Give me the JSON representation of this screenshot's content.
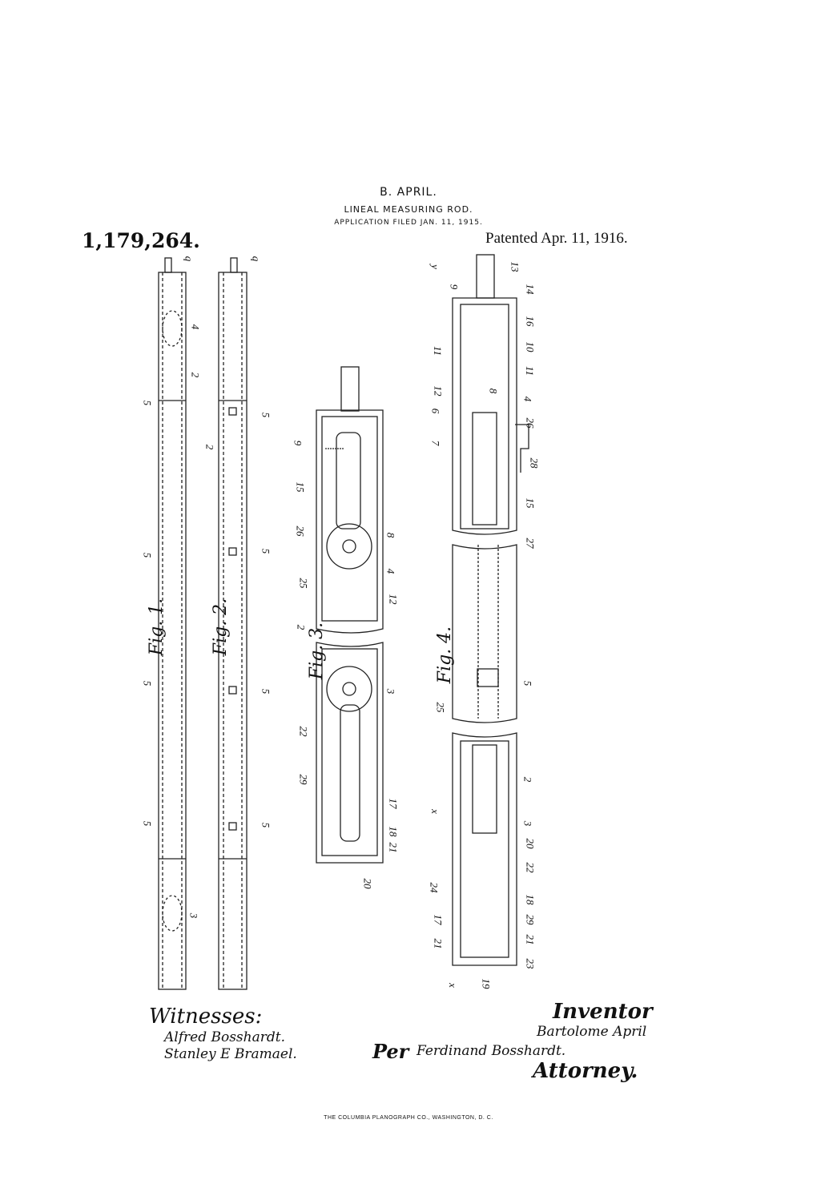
{
  "header": {
    "inventor_name": "B. APRIL.",
    "title": "LINEAL MEASURING ROD.",
    "filed": "APPLICATION FILED JAN. 11, 1915.",
    "patent_number": "1,179,264.",
    "patented": "Patented Apr. 11, 1916."
  },
  "figures": [
    "Fig. 1.",
    "Fig. 2.",
    "Fig. 3.",
    "Fig. 4."
  ],
  "numerals": [
    "q",
    "4",
    "2",
    "5",
    "5",
    "5",
    "5",
    "3",
    "q",
    "5",
    "2",
    "5",
    "5",
    "5",
    "9",
    "15",
    "26",
    "8",
    "4",
    "12",
    "25",
    "2",
    "3",
    "22",
    "29",
    "17",
    "18",
    "21",
    "20",
    "y",
    "9",
    "13",
    "14",
    "16",
    "10",
    "11",
    "11",
    "12",
    "8",
    "6",
    "7",
    "4",
    "26",
    "28",
    "15",
    "27",
    "5",
    "25",
    "2",
    "x",
    "3",
    "20",
    "22",
    "24",
    "18",
    "17",
    "29",
    "21",
    "21",
    "23",
    "19",
    "x"
  ],
  "signatures": {
    "witnesses_label": "Witnesses:",
    "witness_1": "Alfred Bosshardt.",
    "witness_2": "Stanley E Bramael.",
    "inventor_label": "Inventor",
    "inventor": "Bartolome April",
    "per": "Per",
    "attorney_name": "Ferdinand Bosshardt.",
    "attorney_label": "Attorney."
  },
  "footer": "THE COLUMBIA PLANOGRAPH CO., WASHINGTON, D. C."
}
